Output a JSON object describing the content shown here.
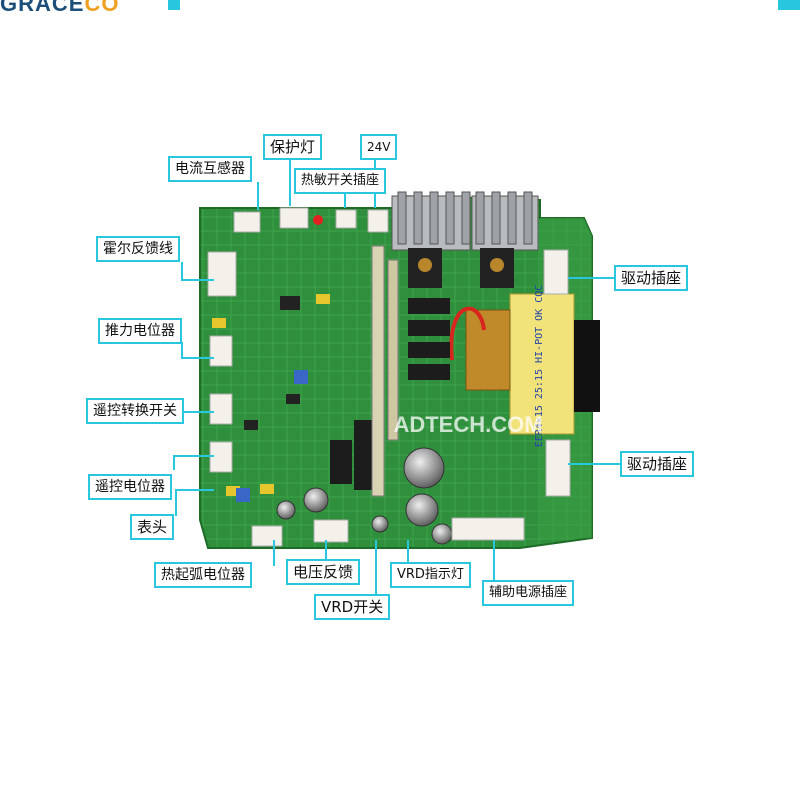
{
  "brand": {
    "text": "GRACE",
    "suffix": "CO"
  },
  "board": {
    "chip_label": "EER4×15 25:15 HI-POT OK CQC",
    "watermark": "ADTECH.COM"
  },
  "labels": {
    "protection_lamp": "保护灯",
    "v24": "24V",
    "current_transformer": "电流互感器",
    "thermal_switch_socket": "热敏开关插座",
    "hall_feedback": "霍尔反馈线",
    "drive_socket_top": "驱动插座",
    "thrust_pot": "推力电位器",
    "remote_switch": "遥控转换开关",
    "drive_socket_bottom": "驱动插座",
    "remote_pot": "遥控电位器",
    "meter_head": "表头",
    "hot_start_pot": "热起弧电位器",
    "voltage_feedback": "电压反馈",
    "vrd_indicator": "VRD指示灯",
    "aux_power_socket": "辅助电源插座",
    "vrd_switch": "VRD开关"
  },
  "colors": {
    "label_border": "#29c7df",
    "pcb": "#2e8b3a"
  }
}
